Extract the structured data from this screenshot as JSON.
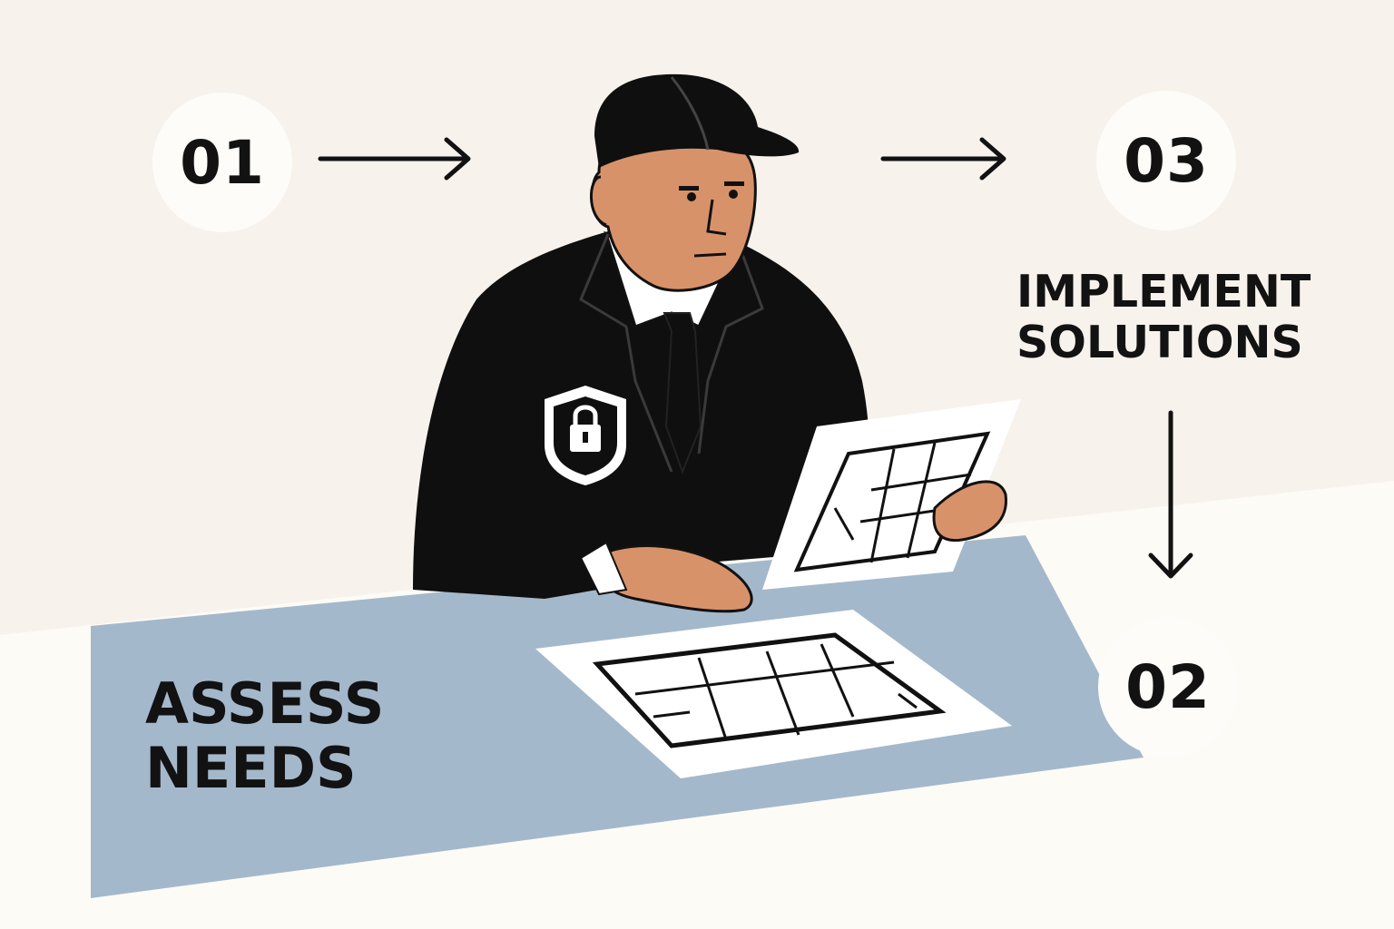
{
  "steps": [
    {
      "number": "01"
    },
    {
      "number": "02"
    },
    {
      "number": "03"
    }
  ],
  "labels": {
    "assess_line1": "ASSESS",
    "assess_line2": "NEEDS",
    "implement_line1": "IMPLEMENT",
    "implement_line2": "SOLUTIONS"
  },
  "colors": {
    "wall": "#f7f2ec",
    "floor": "#fdfbf6",
    "desk": "#a4b8cc",
    "suit": "#0f0f0f",
    "skin": "#d8926a",
    "paper": "#ffffff"
  },
  "icons": [
    "shield-lock-icon",
    "arrow-right-icon",
    "arrow-down-icon",
    "floor-plan-icon"
  ]
}
